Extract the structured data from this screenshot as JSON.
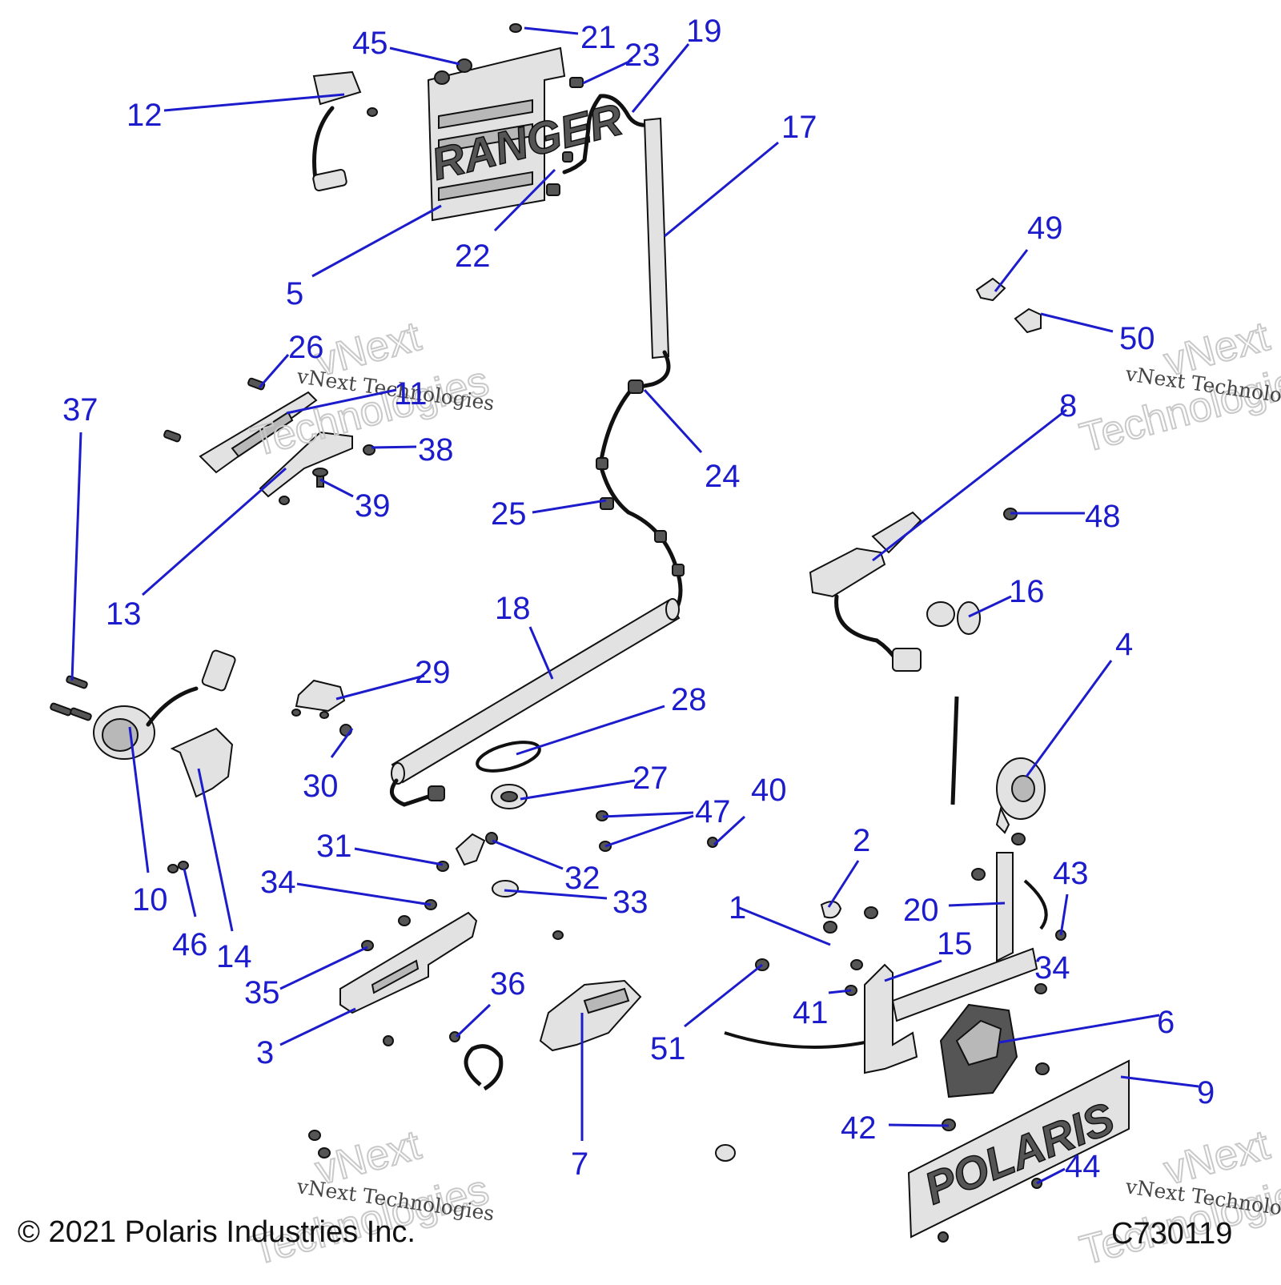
{
  "diagram": {
    "callouts": [
      "1",
      "2",
      "3",
      "4",
      "5",
      "6",
      "7",
      "8",
      "9",
      "10",
      "12",
      "13",
      "14",
      "15",
      "16",
      "17",
      "18",
      "19",
      "20",
      "21",
      "22",
      "23",
      "24",
      "25",
      "26",
      "27",
      "28",
      "29",
      "30",
      "31",
      "32",
      "33",
      "34",
      "35",
      "36",
      "37",
      "38",
      "39",
      "40",
      "41",
      "42",
      "43",
      "44",
      "45",
      "46",
      "47",
      "48",
      "49",
      "50",
      "51"
    ],
    "extra_labels": {
      "c11": "11",
      "c34b": "34"
    },
    "plates": {
      "top_plate_text": "RANGER",
      "bottom_plate_text": "POLARIS"
    },
    "watermark": {
      "line_small": "vNext Technologies",
      "line_big_1": "vNext",
      "line_big_2": "Technologies"
    },
    "copyright": "© 2021 Polaris Industries Inc.",
    "reference_code": "C730119",
    "colors": {
      "callout": "#1c1ccc",
      "line_art": "#111111",
      "shade": "#e2e2e2"
    }
  }
}
